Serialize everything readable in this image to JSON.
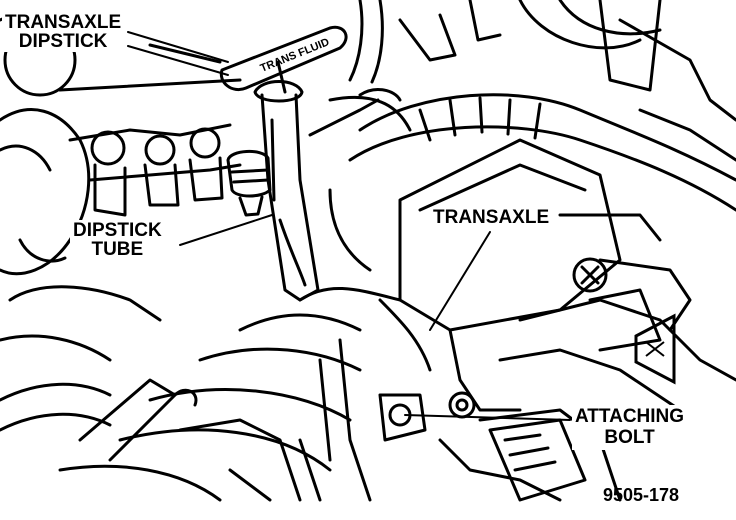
{
  "labels": {
    "transaxle_dipstick": [
      "TRANSAXLE",
      "DIPSTICK"
    ],
    "dipstick_tube": [
      "DIPSTICK",
      "TUBE"
    ],
    "transaxle": "TRANSAXLE",
    "attaching_bolt": [
      "ATTACHING",
      "BOLT"
    ]
  },
  "dipstick_tag": "TRANS FLUID",
  "figure_number": "9505-178",
  "colors": {
    "ink": "#000000",
    "paper": "#ffffff"
  },
  "icons": [
    "arrow-forward-icon"
  ]
}
